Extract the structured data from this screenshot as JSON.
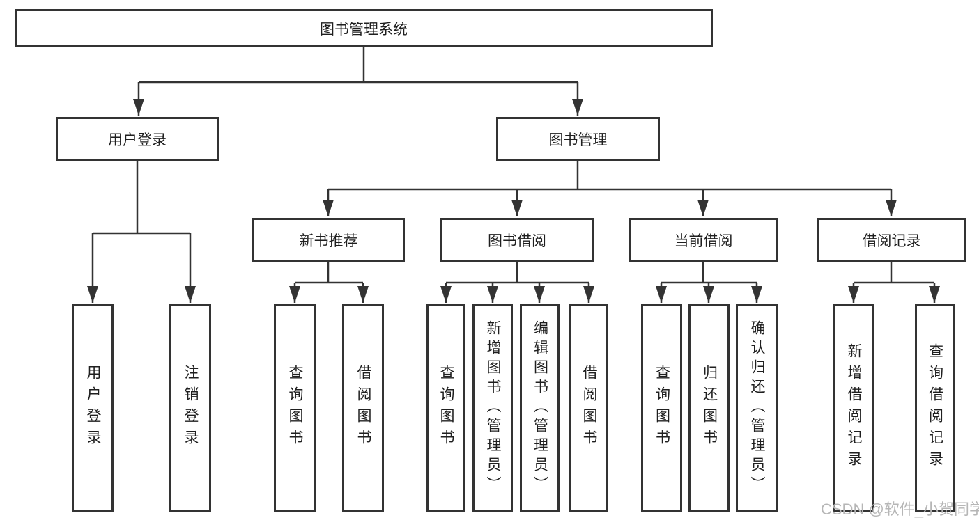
{
  "diagram": {
    "type": "functional-structure-tree",
    "title": "图书管理系统"
  },
  "nodes": {
    "root": {
      "label": "图书管理系统"
    },
    "user_login": {
      "label": "用户登录"
    },
    "book_mgmt": {
      "label": "图书管理"
    },
    "new_book_rec": {
      "label": "新书推荐"
    },
    "book_borrow": {
      "label": "图书借阅"
    },
    "current_borrow": {
      "label": "当前借阅"
    },
    "borrow_records": {
      "label": "借阅记录"
    },
    "leaf_user_login": {
      "label": "用户登录"
    },
    "leaf_logout": {
      "label": "注销登录"
    },
    "leaf_nb_query": {
      "label": "查询图书"
    },
    "leaf_nb_borrow": {
      "label": "借阅图书"
    },
    "leaf_bb_query": {
      "label": "查询图书"
    },
    "leaf_bb_add": {
      "label": "新增图书（管理员）"
    },
    "leaf_bb_edit": {
      "label": "编辑图书（管理员）"
    },
    "leaf_bb_borrow": {
      "label": "借阅图书"
    },
    "leaf_cb_query": {
      "label": "查询图书"
    },
    "leaf_cb_return": {
      "label": "归还图书"
    },
    "leaf_cb_confirm": {
      "label": "确认归还（管理员）"
    },
    "leaf_br_add": {
      "label": "新增借阅记录"
    },
    "leaf_br_query": {
      "label": "查询借阅记录"
    }
  },
  "hierarchy": {
    "图书管理系统": {
      "用户登录": [
        "用户登录",
        "注销登录"
      ],
      "图书管理": {
        "新书推荐": [
          "查询图书",
          "借阅图书"
        ],
        "图书借阅": [
          "查询图书",
          "新增图书（管理员）",
          "编辑图书（管理员）",
          "借阅图书"
        ],
        "当前借阅": [
          "查询图书",
          "归还图书",
          "确认归还（管理员）"
        ],
        "借阅记录": [
          "新增借阅记录",
          "查询借阅记录"
        ]
      }
    }
  },
  "watermark": {
    "text": "CSDN @软件_小贺同学"
  },
  "colors": {
    "line": "#333333",
    "box_border": "#333333",
    "text": "#1f1f1f",
    "watermark": "#b6b6b6",
    "background": "#ffffff"
  }
}
